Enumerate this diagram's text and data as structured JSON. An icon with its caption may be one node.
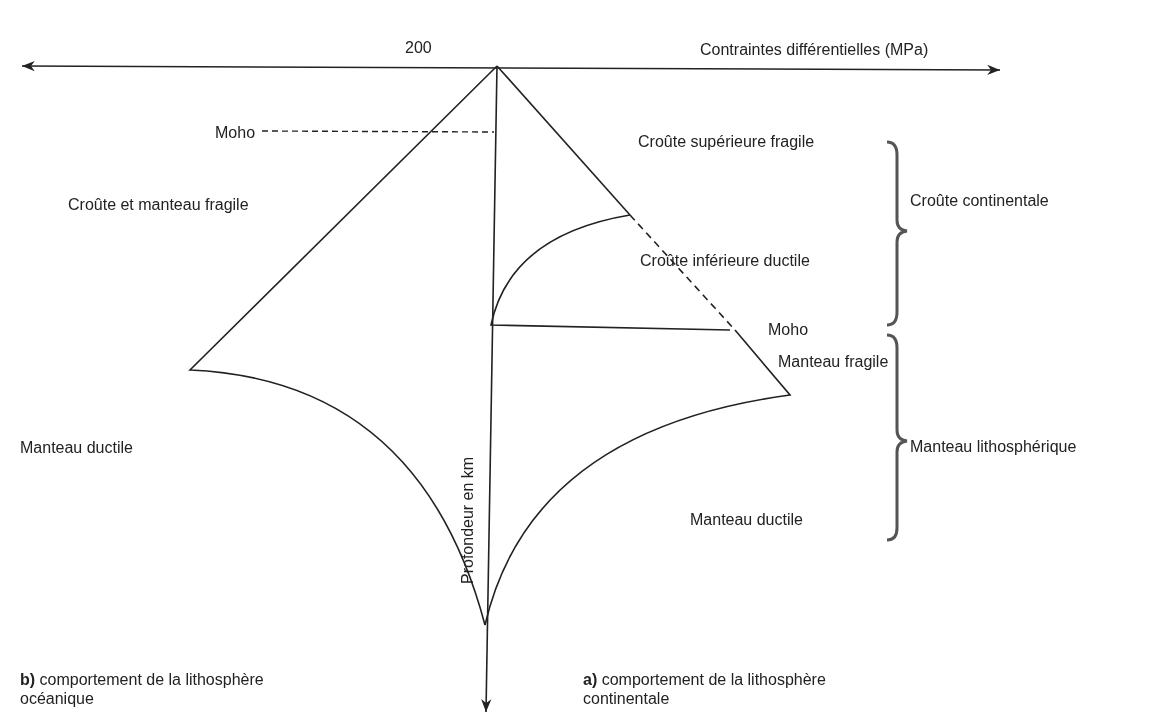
{
  "diagram": {
    "labels": [
      "200",
      "Contraintes différentielles (MPa)",
      "Moho",
      "Croûte supérieure fragile",
      "Croûte et manteau fragile",
      "Croûte continentale",
      "Croûte inférieure ductile",
      "Moho",
      "Manteau fragile",
      "Manteau ductile",
      "Manteau lithosphérique",
      "Profondeur en km",
      "Manteau ductile",
      "**b)** comportement de la lithosphère océanique",
      "**a)** comportement de la lithosphère continentale"
    ]
  }
}
